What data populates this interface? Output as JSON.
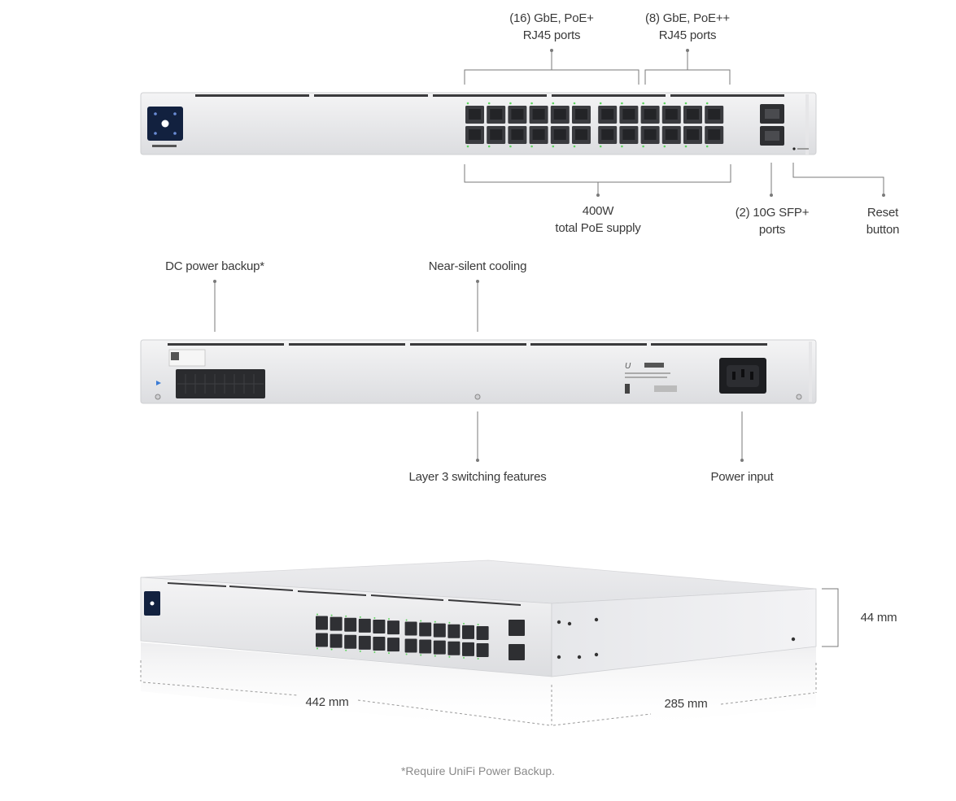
{
  "front": {
    "poe_plus_ports": {
      "line1": "(16) GbE, PoE+",
      "line2": "RJ45 ports"
    },
    "poe_plusplus_ports": {
      "line1": "(8) GbE, PoE++",
      "line2": "RJ45 ports"
    },
    "poe_supply": {
      "line1": "400W",
      "line2": "total PoE supply"
    },
    "sfp_ports": {
      "line1": "(2) 10G SFP+",
      "line2": "ports"
    },
    "reset_button": {
      "line1": "Reset",
      "line2": "button"
    }
  },
  "rear": {
    "dc_backup": "DC power backup*",
    "cooling": "Near-silent cooling",
    "layer3": "Layer 3 switching features",
    "power_input": "Power input"
  },
  "dimensions": {
    "height": "44 mm",
    "width": "442 mm",
    "depth": "285 mm"
  },
  "footnote": "*Require UniFi Power Backup."
}
